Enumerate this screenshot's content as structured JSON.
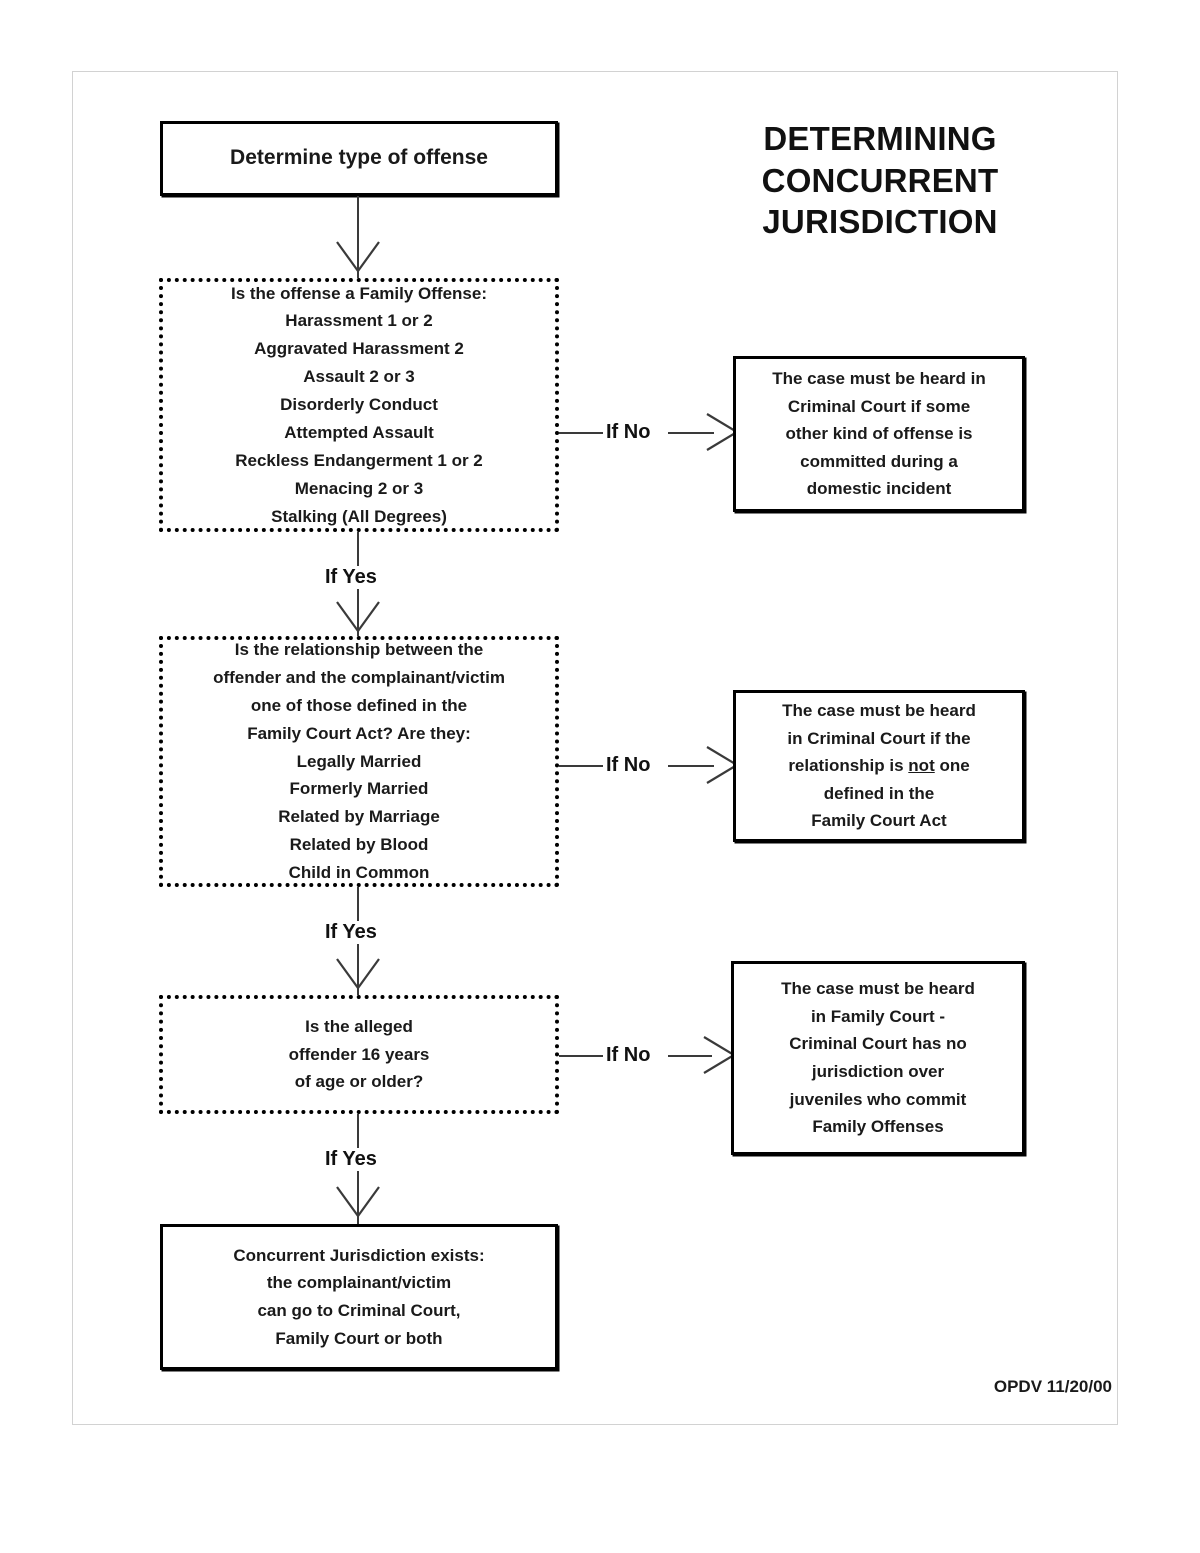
{
  "document": {
    "title_lines": [
      "DETERMINING",
      "CONCURRENT",
      "JURISDICTION"
    ],
    "footer": "OPDV 11/20/00"
  },
  "nodes": {
    "start": {
      "name": "Determine type of offense",
      "lines": [
        "Determine type of offense"
      ]
    },
    "question_1": {
      "lines": [
        "Is the offense a Family Offense:",
        "Harassment 1 or 2",
        "Aggravated Harassment 2",
        "Assault 2 or 3",
        "Disorderly Conduct",
        "Attempted Assault",
        "Reckless Endangerment 1 or 2",
        "Menacing 2 or 3",
        "Stalking (All Degrees)"
      ]
    },
    "question_2": {
      "lines": [
        "Is the relationship between the",
        "offender and the complainant/victim",
        "one of those defined in the",
        "Family Court Act? Are they:",
        "Legally Married",
        "Formerly Married",
        "Related by Marriage",
        "Related by Blood",
        "Child in Common"
      ]
    },
    "question_3": {
      "lines": [
        "Is the alleged",
        "offender 16 years",
        "of age or older?"
      ]
    },
    "outcome_1": {
      "lines": [
        "The case must be heard in",
        "Criminal Court if some",
        "other kind of offense is",
        "committed during a",
        "domestic incident"
      ]
    },
    "outcome_2": {
      "lines_pre": [
        "The case must be heard",
        "in Criminal Court if the"
      ],
      "line_underlined_prefix": "relationship is ",
      "line_underlined_word": "not",
      "line_underlined_suffix": " one",
      "lines_post": [
        "defined in the",
        "Family Court Act"
      ]
    },
    "outcome_3": {
      "lines": [
        "The case must be heard",
        "in Family Court -",
        "Criminal Court has no",
        "jurisdiction over",
        "juveniles who commit",
        "Family Offenses"
      ]
    },
    "conclusion": {
      "lines": [
        "Concurrent Jurisdiction exists:",
        "the complainant/victim",
        "can go to Criminal Court,",
        "Family Court or both"
      ]
    }
  },
  "edges": {
    "no_1": "If No",
    "no_2": "If No",
    "no_3": "If No",
    "yes_1": "If Yes",
    "yes_2": "If Yes",
    "yes_3": "If Yes"
  },
  "colors": {
    "ink": "#000000",
    "line": "#3a3a3a",
    "page_border": "#d2d2d2",
    "background": "#ffffff"
  }
}
